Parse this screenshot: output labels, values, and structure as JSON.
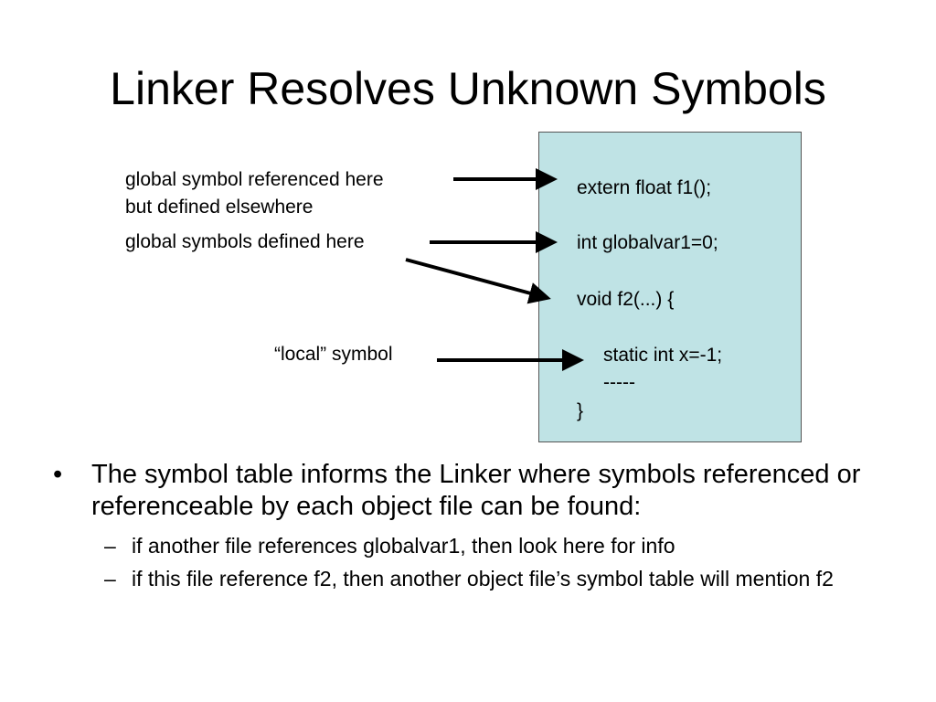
{
  "slide": {
    "title": "Linker Resolves Unknown Symbols",
    "labels": {
      "referenced_line1": "global symbol referenced here",
      "referenced_line2": "but defined elsewhere",
      "defined": "global symbols defined here",
      "local": "“local” symbol"
    },
    "code": {
      "line1": "extern float f1();",
      "line2": "int globalvar1=0;",
      "line3": "void f2(...) {",
      "line4": "static int x=-1;",
      "line5": "-----",
      "line6": "}"
    },
    "bullets": {
      "main_marker": "•",
      "main_text": "The symbol table informs the Linker where symbols referenced or referenceable by each object file can be found:",
      "sub_marker": "–",
      "sub1": "if another file references globalvar1, then look here for info",
      "sub2": "if this file reference f2, then another object file’s symbol table will mention f2"
    }
  },
  "colors": {
    "code_box_background": "#bfe3e5",
    "text": "#000000"
  }
}
